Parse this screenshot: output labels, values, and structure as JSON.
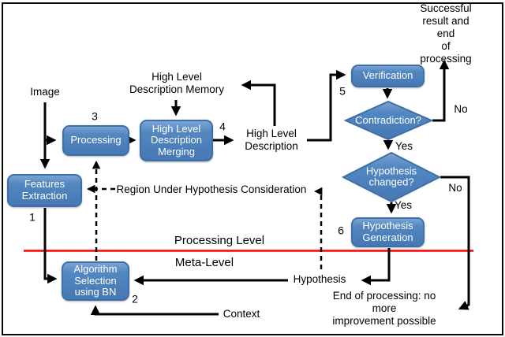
{
  "diagram": {
    "nodes": {
      "processing": "Processing",
      "merging": "High Level\nDescription\nMerging",
      "features": "Features\nExtraction",
      "algorithm": "Algorithm\nSelection\nusing BN",
      "verification": "Verification",
      "generation": "Hypothesis\nGeneration"
    },
    "decisions": {
      "contradiction": "Contradiction?",
      "changed": "Hypothesis\nchanged?"
    },
    "labels": {
      "image": "Image",
      "memory": "High Level\nDescription Memory",
      "hld": "High Level\nDescription",
      "success": "Successful\nresult and end\nof processing",
      "region": "Region Under Hypothesis Consideration",
      "processing_level": "Processing Level",
      "meta_level": "Meta-Level",
      "hypothesis": "Hypothesis",
      "end_of_processing": "End of processing: no more\nimprovement possible",
      "context": "Context"
    },
    "branches": {
      "contradiction_no": "No",
      "contradiction_yes": "Yes",
      "changed_no": "No",
      "changed_yes": "Yes"
    },
    "steps": {
      "s1": "1",
      "s2": "2",
      "s3": "3",
      "s4": "4",
      "s5": "5",
      "s6": "6"
    },
    "colors": {
      "node_fill": "#4678b3",
      "node_border": "#3f6fa8",
      "node_text": "#ffffff",
      "arrow": "#000000",
      "level_divider": "#ff0000",
      "label_text": "#000000"
    }
  }
}
